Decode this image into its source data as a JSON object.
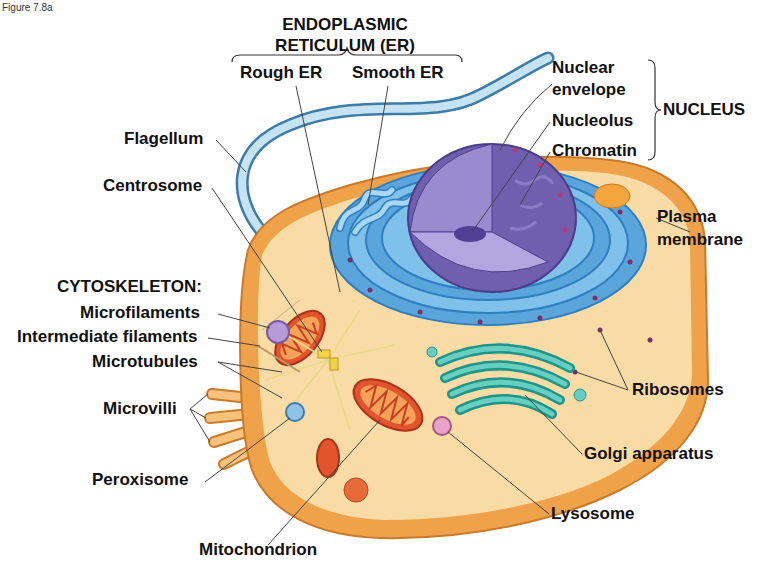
{
  "diagram": {
    "labels": [
      "Figure 7.8a",
      "ENDOPLASMIC RETICULUM (ER)",
      "Rough ER",
      "Smooth ER",
      "Nuclear envelope",
      "Nucleolus",
      "Chromatin",
      "NUCLEUS",
      "Flagellum",
      "Centrosome",
      "Plasma membrane",
      "CYTOSKELETON:",
      "Microfilaments",
      "Intermediate filaments",
      "Microtubules",
      "Microvilli",
      "Peroxisome",
      "Mitochondrion",
      "Ribosomes",
      "Golgi apparatus",
      "Lysosome"
    ]
  }
}
